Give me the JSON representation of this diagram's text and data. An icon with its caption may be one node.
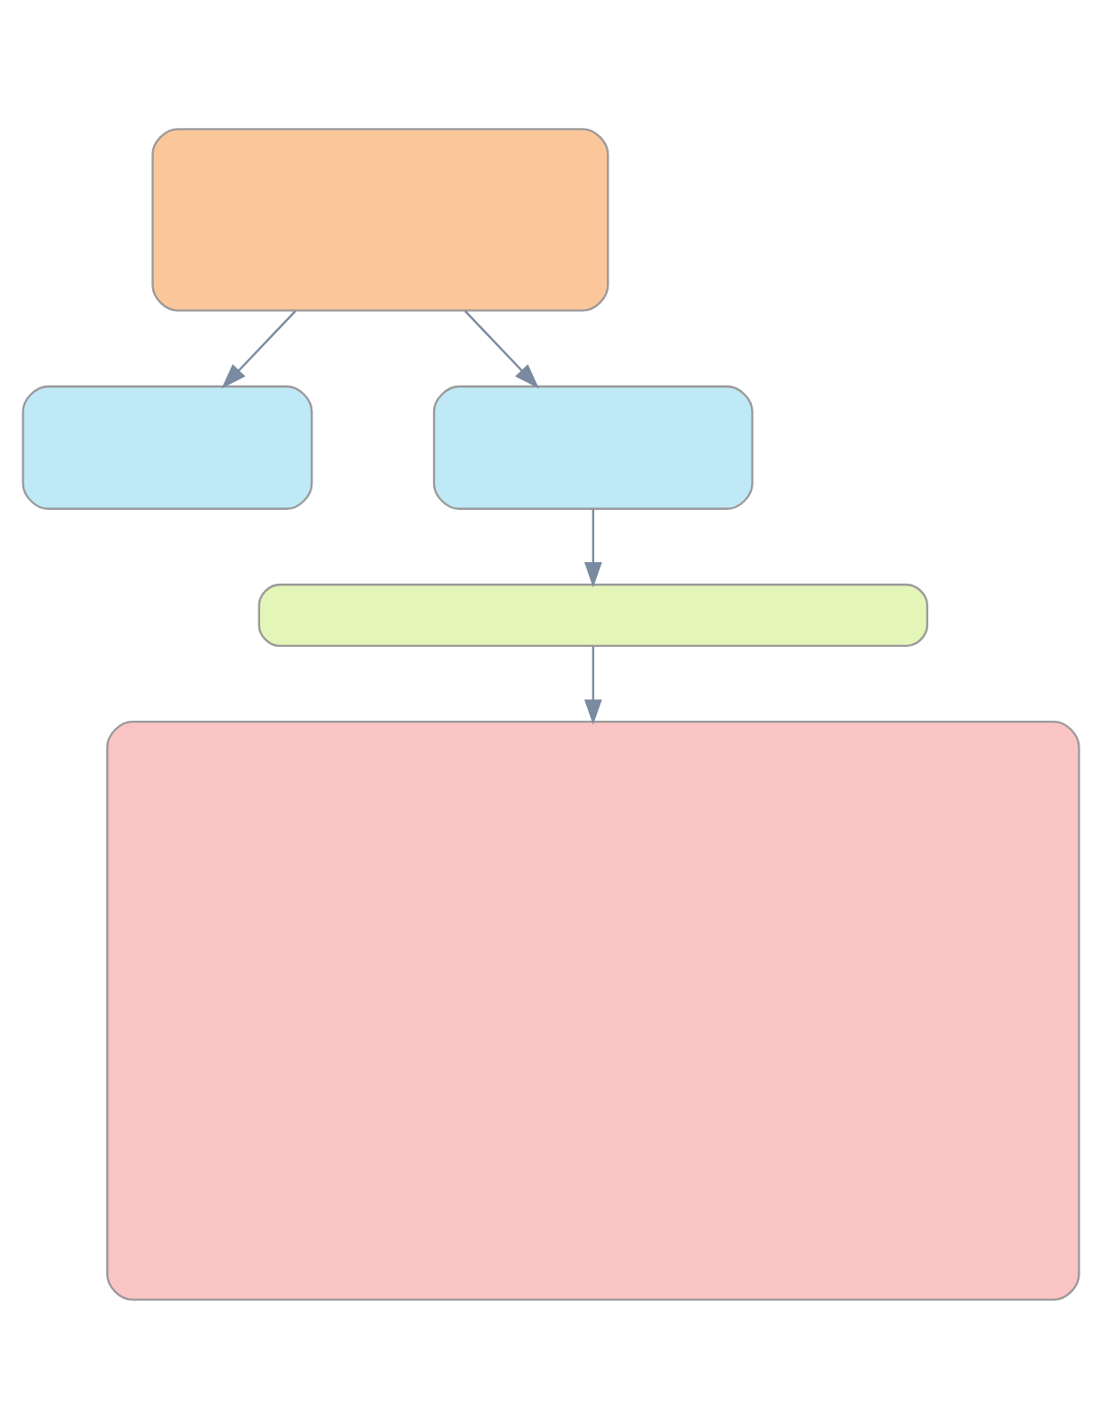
{
  "diagram": {
    "nodes": [
      {
        "text": [],
        "shape": "box"
      },
      {
        "text": [],
        "shape": "box"
      },
      {
        "text": [],
        "shape": "box"
      },
      {
        "text": [],
        "shape": "box"
      },
      {
        "text": [],
        "shape": "box"
      }
    ],
    "edges": [
      {
        "from": 0,
        "to": 1,
        "arrow": "to"
      },
      {
        "from": 0,
        "to": 2,
        "arrow": "to"
      },
      {
        "from": 2,
        "to": 3,
        "arrow": "to"
      },
      {
        "from": 3,
        "to": 4,
        "arrow": "to"
      }
    ]
  }
}
